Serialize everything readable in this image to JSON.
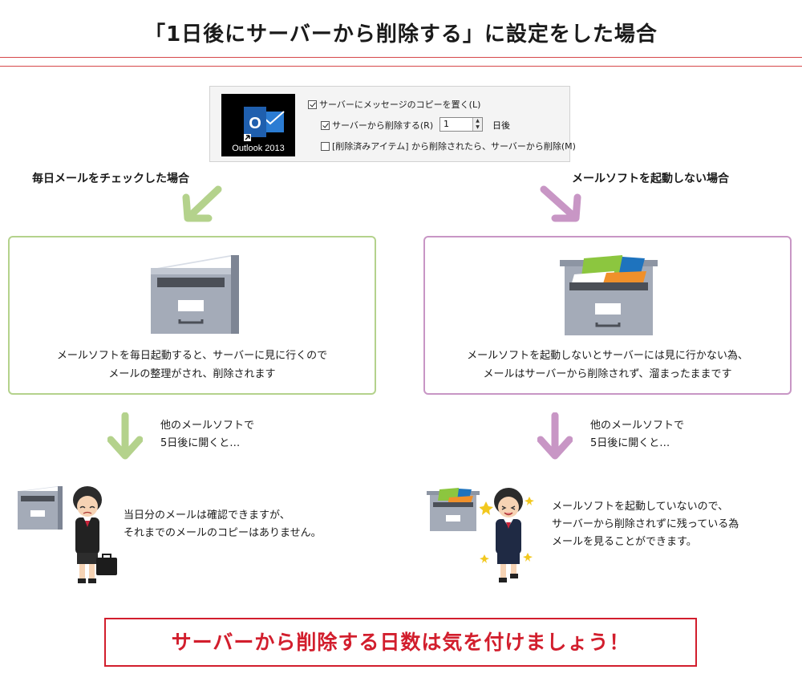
{
  "title": "「1日後にサーバーから削除する」に設定をした場合",
  "settings": {
    "logo_label": "Outlook 2013",
    "option1": "サーバーにメッセージのコピーを置く(L)",
    "option2": "サーバーから削除する(R)",
    "spin_value": "1",
    "days_label": "日後",
    "option3": "[削除済みアイテム] から削除されたら、サーバーから削除(M)"
  },
  "left": {
    "caption": "毎日メールをチェックした場合",
    "box_line1": "メールソフトを毎日起動すると、サーバーに見に行くので",
    "box_line2": "メールの整理がされ、削除されます",
    "later_line1": "他のメールソフトで",
    "later_line2": "5日後に開くと…",
    "result_line1": "当日分のメールは確認できますが、",
    "result_line2": "それまでのメールのコピーはありません。"
  },
  "right": {
    "caption": "メールソフトを起動しない場合",
    "box_line1": "メールソフトを起動しないとサーバーには見に行かない為、",
    "box_line2": "メールはサーバーから削除されず、溜まったままです",
    "later_line1": "他のメールソフトで",
    "later_line2": "5日後に開くと…",
    "result_line1": "メールソフトを起動していないので、",
    "result_line2": "サーバーから削除されずに残っている為",
    "result_line3": "メールを見ることができます。"
  },
  "bottom_message": "サーバーから削除する日数は気を付けましょう！",
  "colors": {
    "rule": "#d6484a",
    "green": "#b4d28c",
    "purple": "#c896c5",
    "accent_red": "#d21e2d"
  }
}
